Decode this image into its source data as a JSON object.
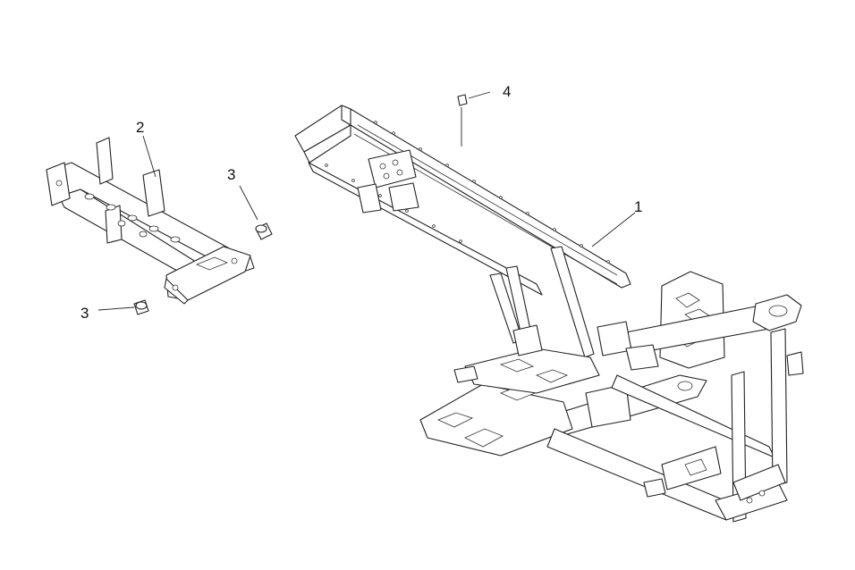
{
  "diagram": {
    "callouts": [
      {
        "id": "frame",
        "label": "1"
      },
      {
        "id": "front-subframe",
        "label": "2"
      },
      {
        "id": "bolt-upper",
        "label": "3"
      },
      {
        "id": "bolt-lower",
        "label": "3"
      },
      {
        "id": "plug",
        "label": "4"
      }
    ],
    "colors": {
      "line": "#222222",
      "background": "#ffffff"
    }
  }
}
